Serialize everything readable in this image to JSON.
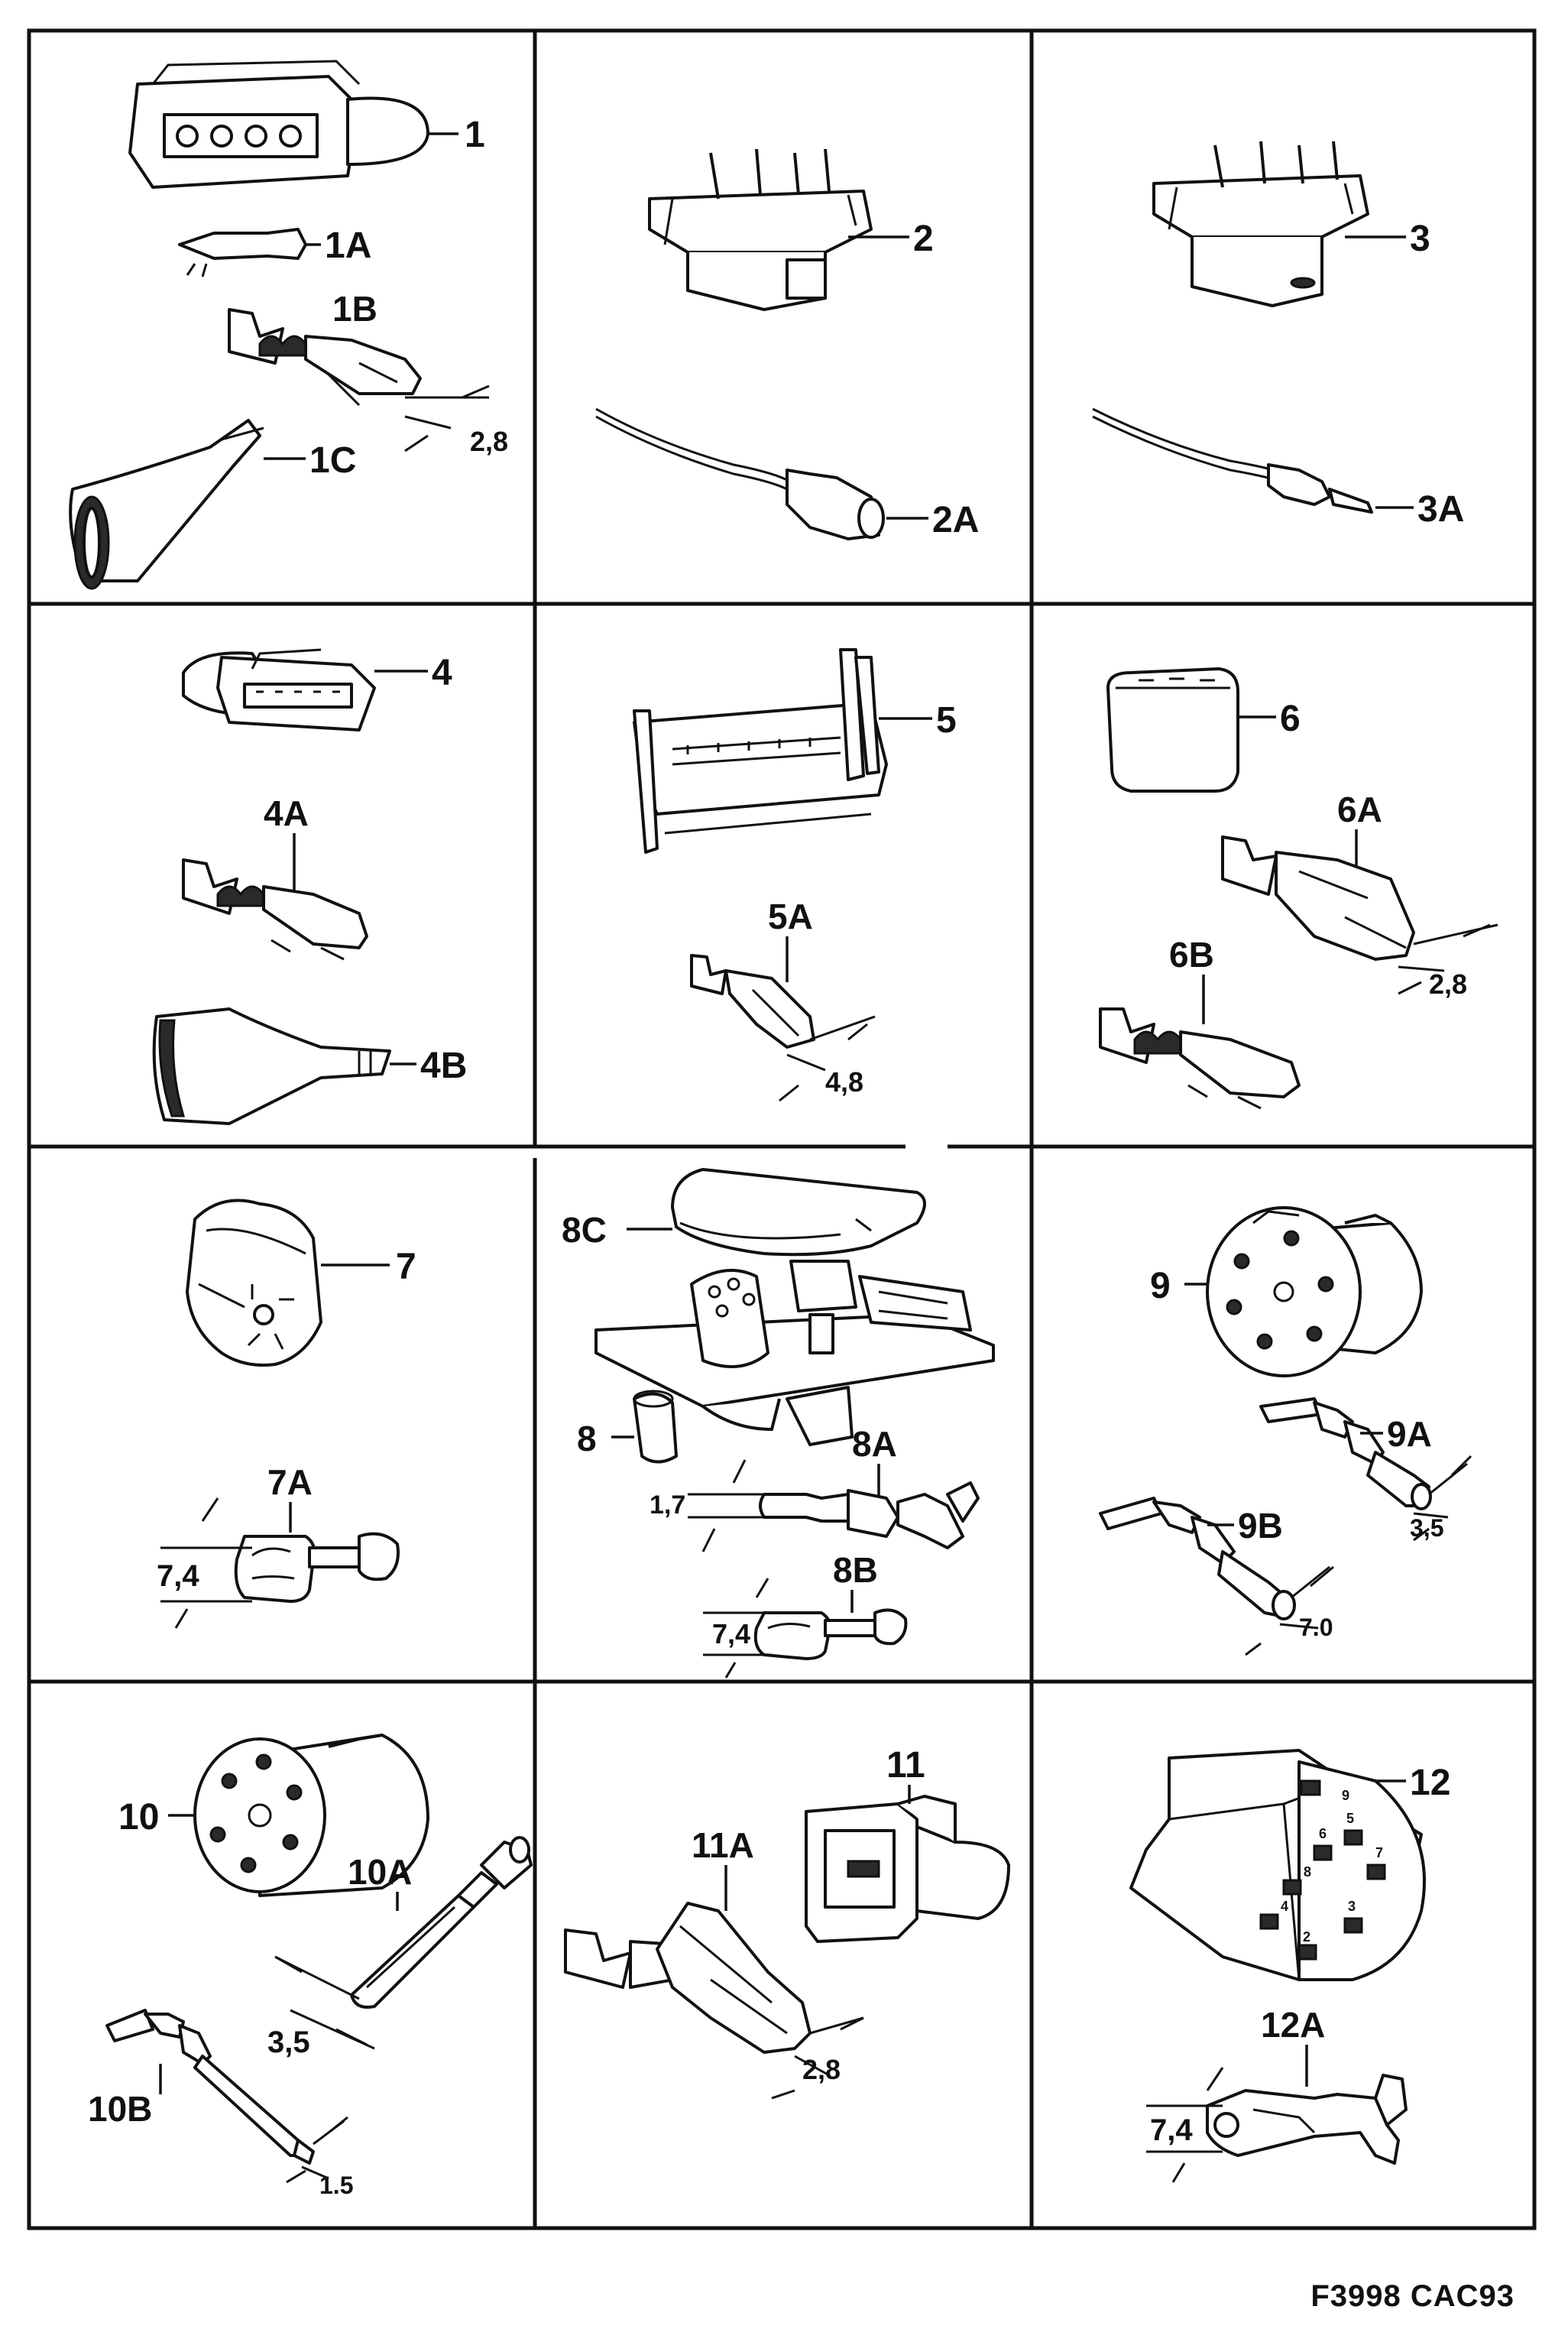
{
  "figure_code": "F3998 CAC93",
  "parts": {
    "p1": "1",
    "p1A": "1A",
    "p1B": "1B",
    "p1C": "1C",
    "d1B": "2,8",
    "p2": "2",
    "p2A": "2A",
    "p3": "3",
    "p3A": "3A",
    "p4": "4",
    "p4A": "4A",
    "p4B": "4B",
    "p5": "5",
    "p5A": "5A",
    "d5A": "4,8",
    "p6": "6",
    "p6A": "6A",
    "p6B": "6B",
    "d6A": "2,8",
    "p7": "7",
    "p7A": "7A",
    "d7A": "7,4",
    "p8": "8",
    "p8A": "8A",
    "p8B": "8B",
    "p8C": "8C",
    "d8A": "1,7",
    "d8B": "7,4",
    "p9": "9",
    "p9A": "9A",
    "p9B": "9B",
    "d9A": "3,5",
    "d9B": "7.0",
    "p10": "10",
    "p10A": "10A",
    "p10B": "10B",
    "d10A": "3,5",
    "d10B": "1.5",
    "p11": "11",
    "p11A": "11A",
    "d11A": "2,8",
    "p12": "12",
    "p12A": "12A",
    "d12A": "7,4",
    "pin_numbers": [
      "9",
      "5",
      "6",
      "7",
      "8",
      "4",
      "3",
      "2"
    ]
  }
}
